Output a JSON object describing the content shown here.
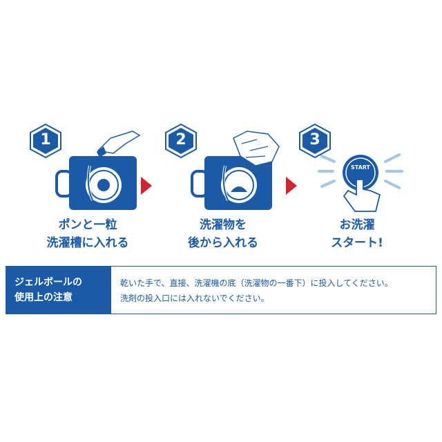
{
  "steps": [
    {
      "number": "1",
      "caption_line1": "ポンと一粒",
      "caption_line2": "洗濯槽に入れる"
    },
    {
      "number": "2",
      "caption_line1": "洗濯物を",
      "caption_line2": "後から入れる"
    },
    {
      "number": "3",
      "caption_line1": "お洗濯",
      "caption_line2": "スタート!",
      "button_label": "START"
    }
  ],
  "notice": {
    "heading_line1": "ジェルボールの",
    "heading_line2": "使用上の注意",
    "line1": "乾いた手で、直接、洗濯機の底（洗濯物の一番下）に投入してください。",
    "line2": "洗剤の投入口には入れないでください。"
  },
  "colors": {
    "brand_blue": "#1b5aa6",
    "arrow_red": "#d2242c",
    "rays_light_blue": "#9ec7e8"
  }
}
